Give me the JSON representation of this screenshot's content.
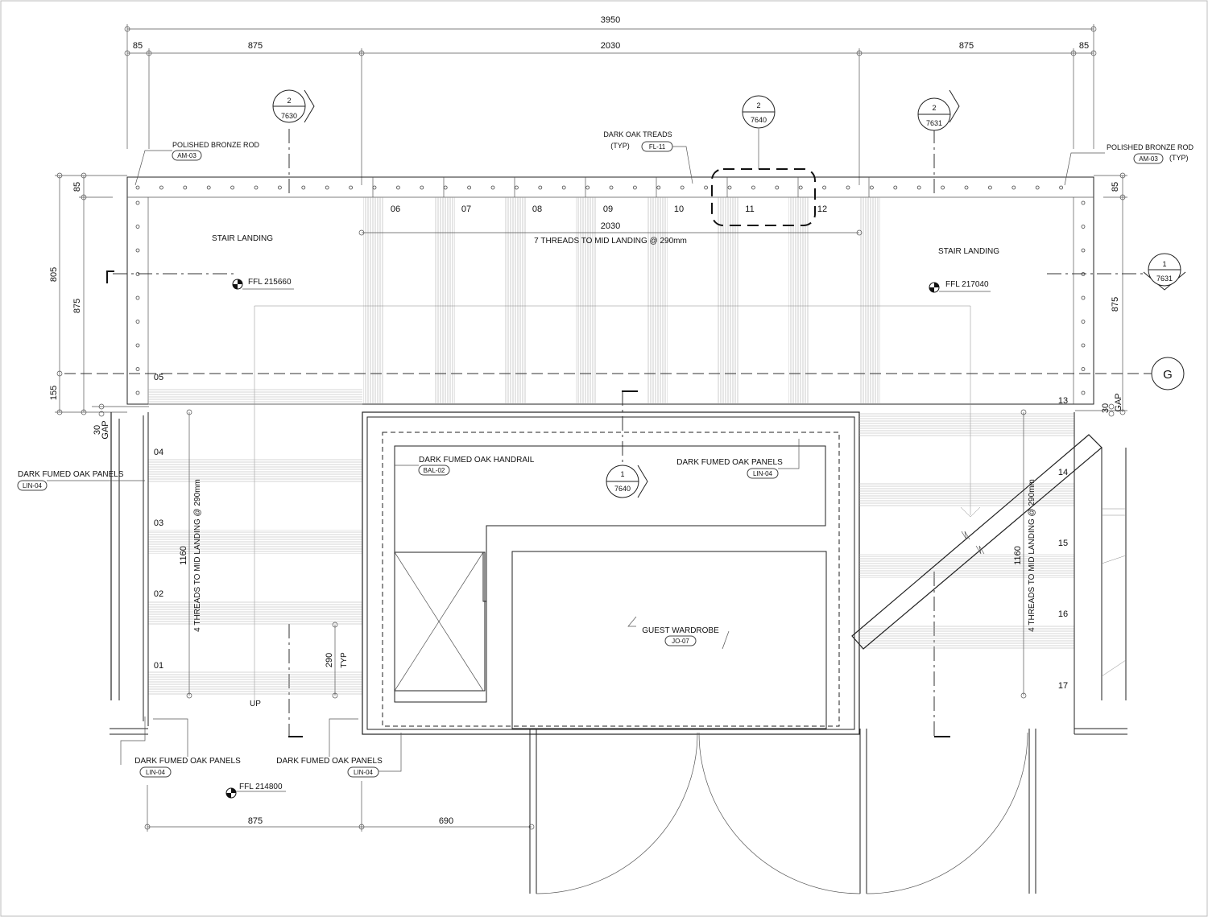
{
  "dimensions": {
    "overall": "3950",
    "top_segments": [
      "85",
      "875",
      "2030",
      "875",
      "85"
    ],
    "left_segments": [
      "85",
      "805",
      "875",
      "155"
    ],
    "right_segments": [
      "85",
      "875",
      "30"
    ],
    "inner_2030": "2030",
    "left_1160": "1160",
    "right_1160": "1160",
    "bottom_segments": [
      "875",
      "690"
    ],
    "gap_30_left": "30",
    "gap_30_right": "30",
    "gap_label": "GAP",
    "riser_290": "290",
    "typ": "TYP"
  },
  "labels": {
    "rod_left": "POLISHED BRONZE ROD",
    "rod_left_tag": "AM-03",
    "rod_right": "POLISHED BRONZE ROD",
    "rod_right_tag": "AM-03",
    "rod_right_typ": "(TYP)",
    "treads": "DARK OAK TREADS",
    "treads_typ": "(TYP)",
    "treads_tag": "FL-11",
    "landing_left": "STAIR LANDING",
    "landing_right": "STAIR LANDING",
    "ffl_left": "FFL 215660",
    "ffl_right": "FFL 217040",
    "ffl_bottom": "FFL 214800",
    "threads_top": "7 THREADS TO MID LANDING @ 290mm",
    "threads_left": "4 THREADS TO MID LANDING @ 290mm",
    "threads_right": "4 THREADS TO MID LANDING @ 290mm",
    "handrail": "DARK FUMED OAK HANDRAIL",
    "handrail_tag": "BAL-02",
    "panels_center": "DARK FUMED OAK PANELS",
    "panels_center_tag": "LIN-04",
    "panels_left": "DARK FUMED OAK PANELS",
    "panels_left_tag": "LIN-04",
    "panels_bl": "DARK FUMED OAK PANELS",
    "panels_bl_tag": "LIN-04",
    "panels_bm": "DARK FUMED OAK PANELS",
    "panels_bm_tag": "LIN-04",
    "wardrobe": "GUEST WARDROBE",
    "wardrobe_tag": "JO-07",
    "up": "UP",
    "grid_g": "G"
  },
  "steps": {
    "top": [
      "06",
      "07",
      "08",
      "09",
      "10",
      "11",
      "12"
    ],
    "left": [
      "05",
      "04",
      "03",
      "02",
      "01"
    ],
    "right": [
      "13",
      "14",
      "15",
      "16",
      "17"
    ]
  },
  "bubbles": {
    "b1": {
      "top": "2",
      "bottom": "7630"
    },
    "b2": {
      "top": "2",
      "bottom": "7640"
    },
    "b3": {
      "top": "2",
      "bottom": "7631"
    },
    "b4": {
      "top": "1",
      "bottom": "7631"
    },
    "b5": {
      "top": "1",
      "bottom": "7640"
    }
  }
}
